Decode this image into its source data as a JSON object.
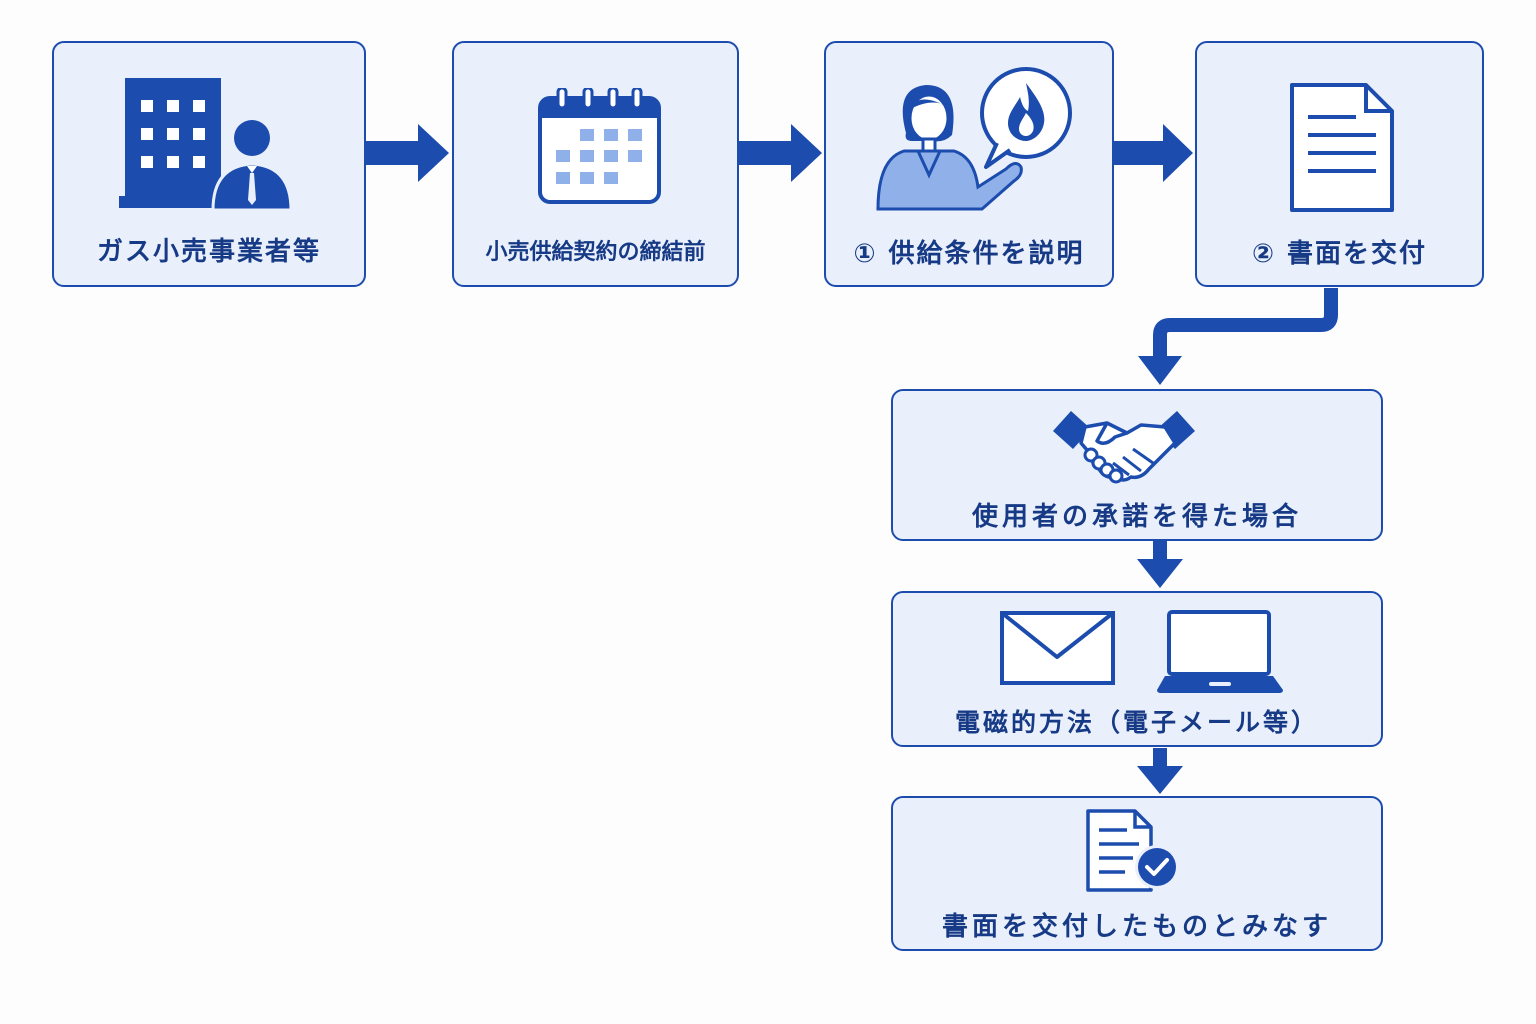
{
  "colors": {
    "primary": "#1c4cae",
    "light": "#e9f0fb",
    "accent_light": "#8fb0e8",
    "text": "#173a86"
  },
  "steps": [
    {
      "label": "ガス小売事業者等",
      "icon": "office-building-businessman-icon"
    },
    {
      "label": "小売供給契約の締結前",
      "icon": "calendar-icon"
    },
    {
      "label": "① 供給条件を説明",
      "icon": "woman-explaining-gas-flame-icon"
    },
    {
      "label": "② 書面を交付",
      "icon": "document-icon"
    }
  ],
  "flow": [
    {
      "label": "使用者の承諾を得た場合",
      "icon": "handshake-icon"
    },
    {
      "label": "電磁的方法（電子メール等）",
      "icons": [
        "envelope-icon",
        "laptop-icon"
      ]
    },
    {
      "label": "書面を交付したものとみなす",
      "icon": "document-check-icon"
    }
  ]
}
